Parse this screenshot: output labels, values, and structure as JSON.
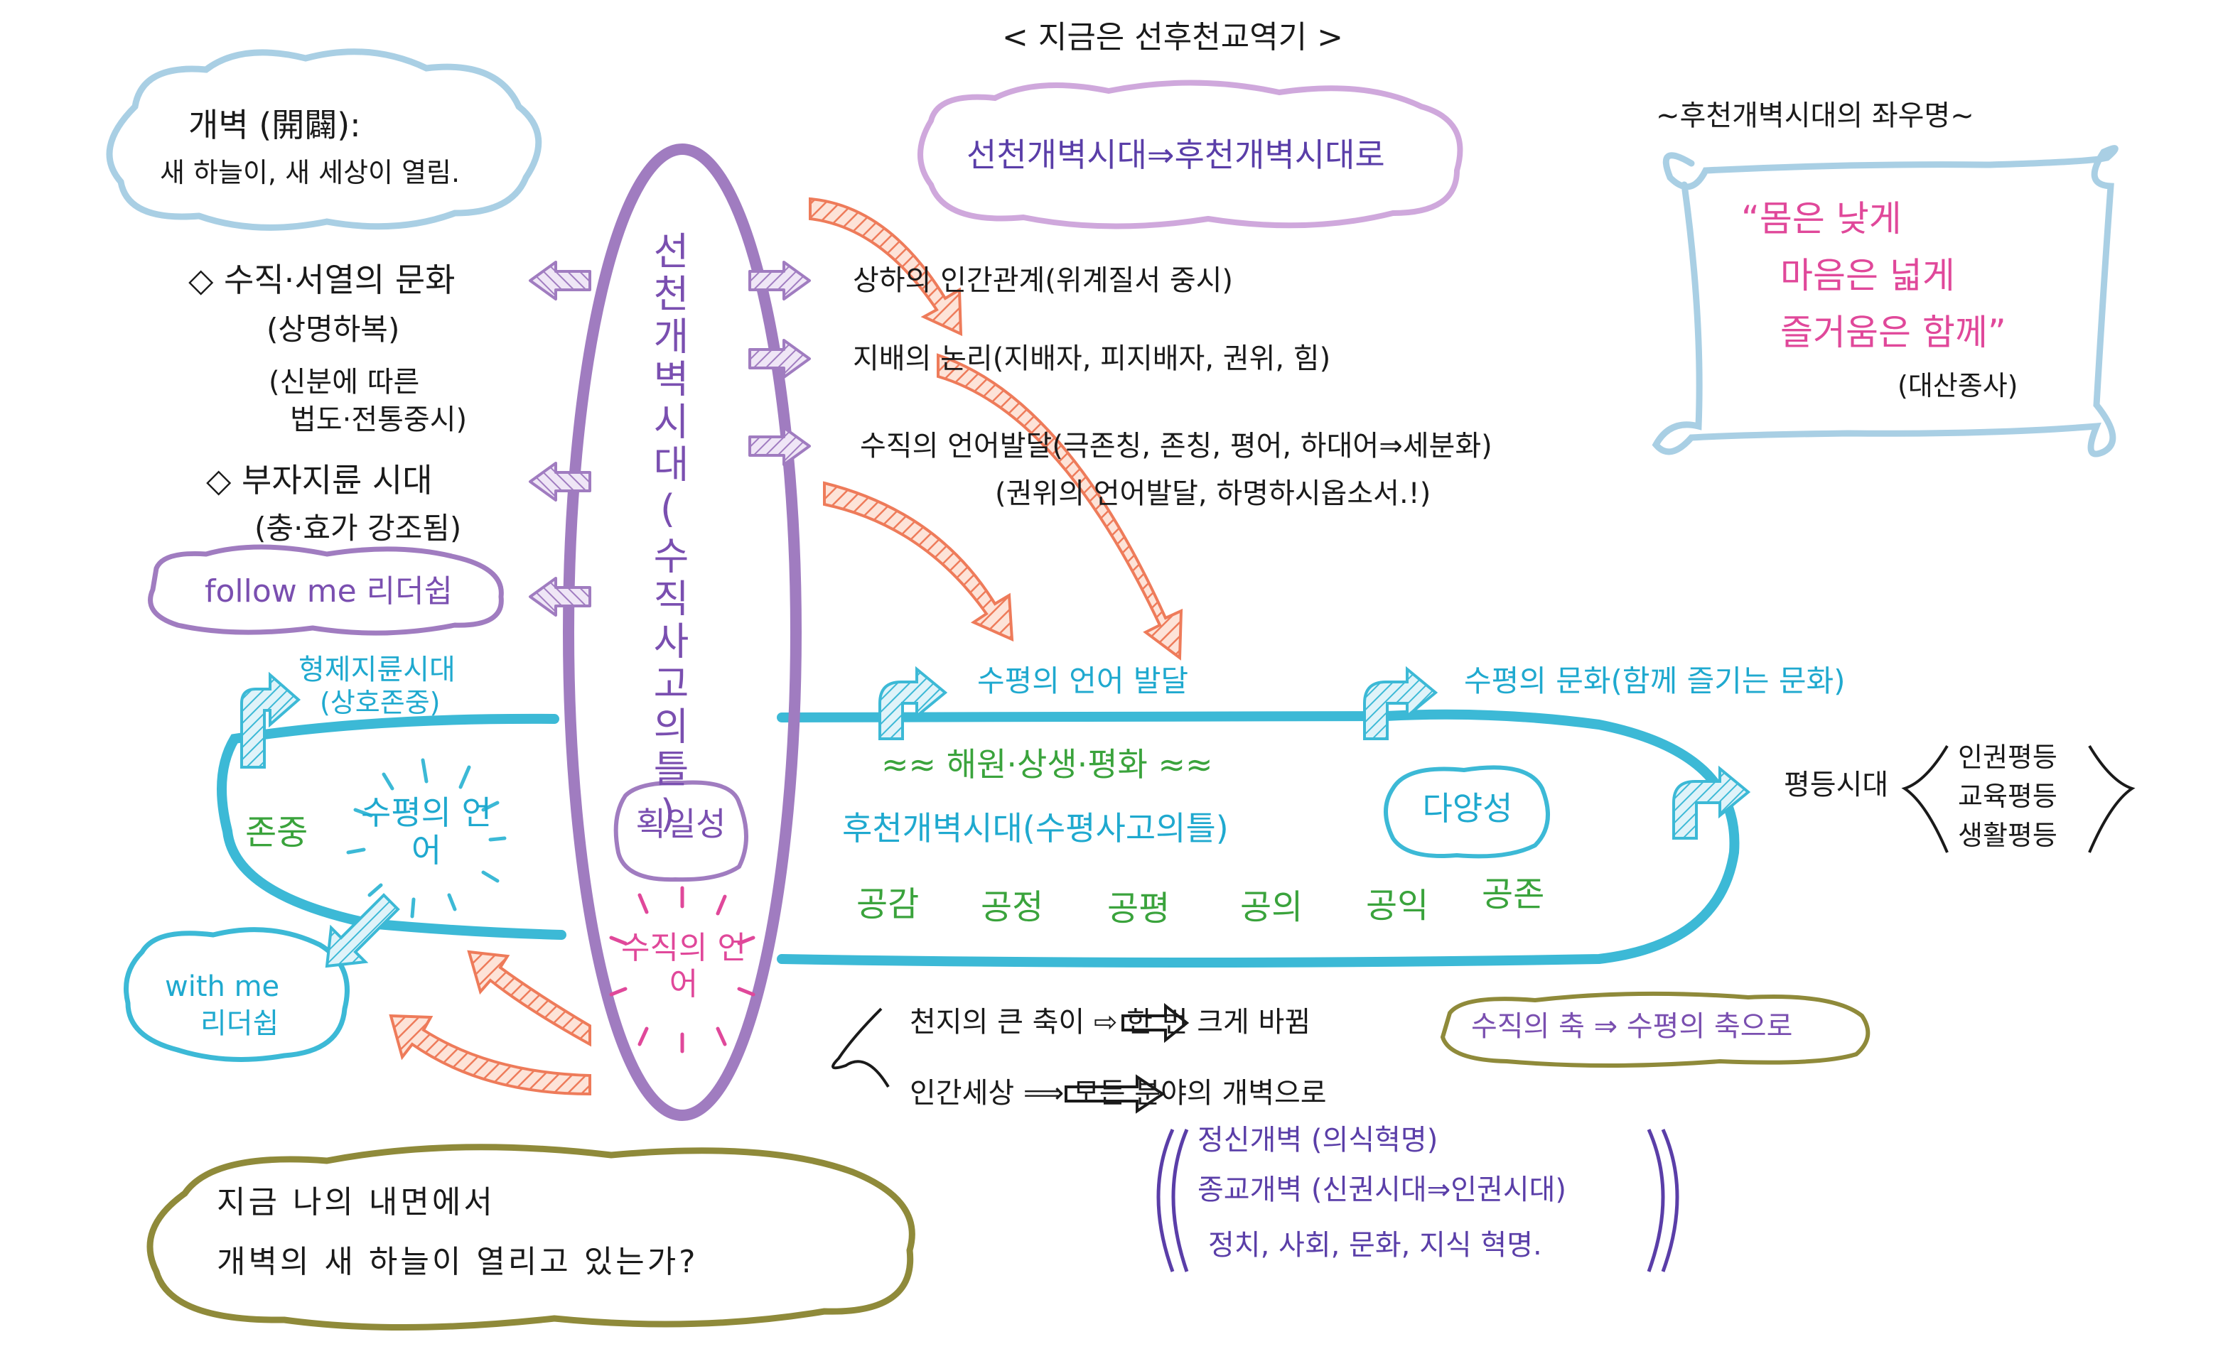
{
  "title": "< 지금은 선후천교역기 >",
  "colors": {
    "purple": "#a07cc0",
    "cyan": "#3cb9d6",
    "orange": "#ee7b5a",
    "lightblue": "#a9cfe4",
    "olive": "#8f8a3a",
    "pink": "#e0489a",
    "green": "#3aa33c"
  },
  "gaebyeok": {
    "heading": "개벽 (開闢):",
    "desc": "새 하늘이, 새 세상이 열림."
  },
  "transition": "선천개벽시대⇒후천개벽시대로",
  "vertical_oval": {
    "label": "선천개벽시대(수직사고의틀)",
    "uniformity": "획일성",
    "vertical_language": "수직의 언어"
  },
  "left": {
    "culture_title": "◇ 수직·서열의 문화",
    "culture_sub": "(상명하복)",
    "status_1": "(신분에 따른",
    "status_2": "법도·전통중시)",
    "era_title": "◇ 부자지륜 시대",
    "era_sub": "(충·효가 강조됨)",
    "follow_me": "follow me 리더쉽",
    "brother_era": "형제지륜시대",
    "brother_sub": "(상호존중)",
    "respect": "존중",
    "horizontal_language": "수평의 언어",
    "with_me_1": "with me",
    "with_me_2": "리더쉽"
  },
  "right_vertical": {
    "item1": "상하의 인간관계(위계질서 중시)",
    "item2": "지배의 논리(지배자, 피지배자, 권위, 힘)",
    "item3": "수직의 언어발달(극존칭, 존칭, 평어, 하대어⇒세분화)",
    "item3_sub": "(권위의 언어발달, 하명하시옵소서.!)"
  },
  "horizontal": {
    "language_dev": "수평의 언어 발달",
    "culture": "수평의 문화(함께 즐기는 문화)",
    "slogan": "≈≈ 해원·상생·평화 ≈≈",
    "era": "후천개벽시대(수평사고의틀)",
    "diversity": "다양성",
    "values": [
      "공감",
      "공정",
      "공평",
      "공의",
      "공익",
      "공존"
    ]
  },
  "equality": {
    "label": "평등시대",
    "items": [
      "인권평등",
      "교육평등",
      "생활평등"
    ]
  },
  "motto": {
    "title": "~후천개벽시대의 좌우명~",
    "lines": [
      "“몸은 낮게",
      "마음은 넓게",
      "즐거움은 함께”"
    ],
    "author": "(대산종사)"
  },
  "bottom": {
    "axis_line": "천지의 큰 축이 ⇨ 한 번 크게 바뀜",
    "axis_box": "수직의 축 ⇒ 수평의 축으로",
    "world_line": "인간세상 ⟹ 모든 분야의 개벽으로",
    "reforms": [
      "정신개벽 (의식혁명)",
      "종교개벽 (신권시대⇒인권시대)",
      "정치, 사회, 문화, 지식 혁명."
    ],
    "question_1": "지금 나의 내면에서",
    "question_2": "개벽의 새 하늘이 열리고 있는가?"
  }
}
